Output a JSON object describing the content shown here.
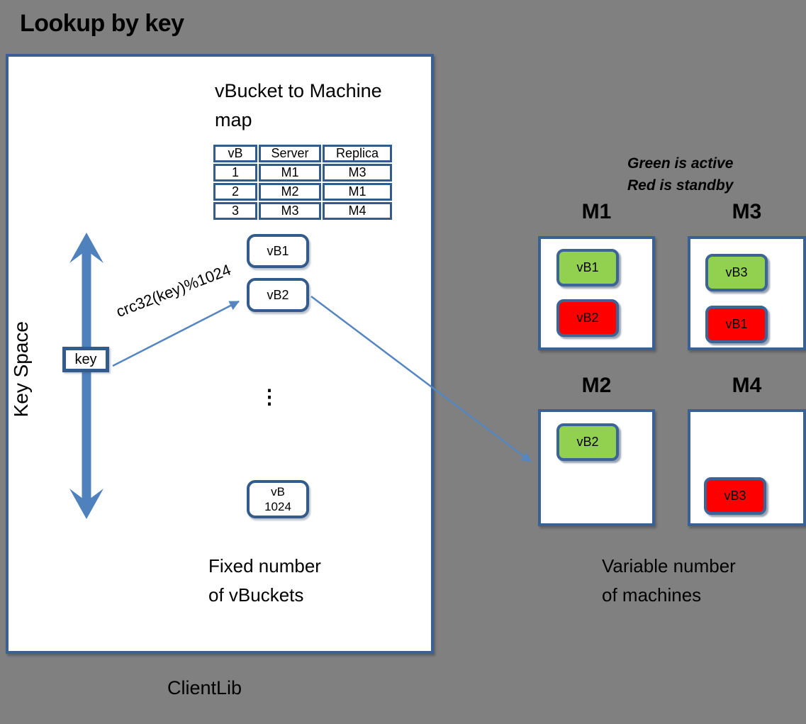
{
  "title": "Lookup by key",
  "client_box": {
    "map_title": "vBucket to Machine\nmap",
    "table": {
      "headers": [
        "vB",
        "Server",
        "Replica"
      ],
      "rows": [
        [
          "1",
          "M1",
          "M3"
        ],
        [
          "2",
          "M2",
          "M1"
        ],
        [
          "3",
          "M3",
          "M4"
        ]
      ]
    },
    "vbuckets": [
      "vB1",
      "vB2"
    ],
    "vbucket_last": "vB\n1024",
    "ellipsis": "⋮",
    "key_label": "key",
    "key_space_label": "Key Space",
    "hash_label": "crc32(key)%1024",
    "fixed_note": "Fixed number\nof vBuckets",
    "client_lib_label": "ClientLib"
  },
  "legend": {
    "line1": "Green is active",
    "line2": "Red is standby"
  },
  "machines": [
    {
      "name": "M1",
      "chips": [
        {
          "label": "vB1",
          "color": "#92d050"
        },
        {
          "label": "vB2",
          "color": "#ff0000"
        }
      ]
    },
    {
      "name": "M3",
      "chips": [
        {
          "label": "vB3",
          "color": "#92d050"
        },
        {
          "label": "vB1",
          "color": "#ff0000"
        }
      ]
    },
    {
      "name": "M2",
      "chips": [
        {
          "label": "vB2",
          "color": "#92d050"
        }
      ]
    },
    {
      "name": "M4",
      "chips": [
        {
          "label": "vB3",
          "color": "#ff0000"
        }
      ]
    }
  ],
  "variable_note": "Variable number\nof machines",
  "colors": {
    "background": "#808080",
    "panel_border": "#3a6191",
    "arrow_primary": "#4f81bd",
    "connector": "#5586c0",
    "active_green": "#92d050",
    "standby_red": "#ff0000"
  }
}
